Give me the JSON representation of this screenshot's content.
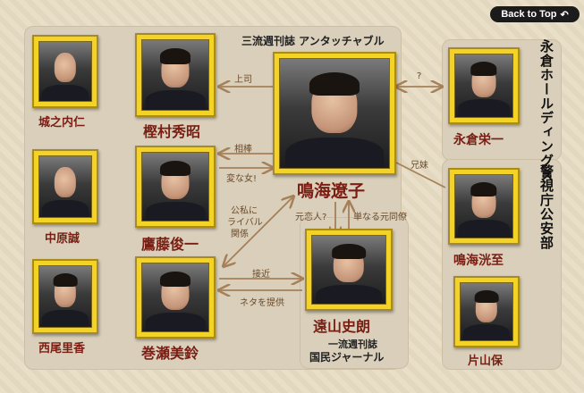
{
  "nav": {
    "back_label": "Back to Top"
  },
  "groups": {
    "untouchable": "三流週刊誌 アンタッチャブル",
    "kokumin_line1": "一流週刊誌",
    "kokumin_line2": "国民ジャーナル",
    "nagakura": "永倉ホールディングス",
    "police": "警視庁公安部"
  },
  "people": {
    "jonouchi": "城之内仁",
    "kashimura": "樫村秀昭",
    "narumi_yoko": "鳴海遼子",
    "nagakura": "永倉栄一",
    "nakahara": "中原誠",
    "takato": "鷹藤俊一",
    "narumi_kiyoshi": "鳴海洸至",
    "nishio": "西尾里香",
    "makise": "巻瀬美鈴",
    "toyama": "遠山史朗",
    "katayama": "片山保"
  },
  "relations": {
    "boss": "上司",
    "question": "?",
    "partner": "相棒",
    "weird_woman": "変な女!",
    "sibling": "兄妹",
    "rival_line1": "公私に",
    "rival_line2": "ライバル",
    "rival_line3": "関係",
    "ex_lover": "元恋人?",
    "ex_colleague": "単なる元同僚",
    "approach": "接近",
    "tip_off": "ネタを提供"
  }
}
